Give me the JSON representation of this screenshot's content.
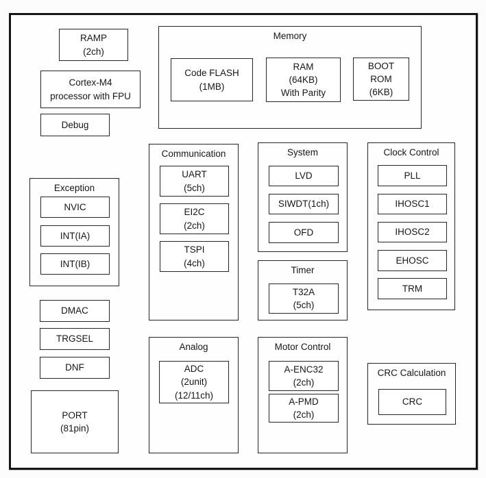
{
  "figure": {
    "type": "mcu-block-diagram",
    "background": "#fcfcfc",
    "border_color": "#161616"
  },
  "blocks": {
    "ramp": "RAMP\n(2ch)",
    "cortex_m4": "Cortex-M4\nprocessor with FPU",
    "debug": "Debug",
    "dmac": "DMAC",
    "trgsel": "TRGSEL",
    "dnf": "DNF",
    "port": "PORT\n(81pin)"
  },
  "groups": {
    "memory": {
      "title": "Memory",
      "blocks": {
        "code_flash": "Code FLASH\n(1MB)",
        "ram": "RAM\n(64KB)\nWith Parity",
        "boot_rom": "BOOT\nROM\n(6KB)"
      }
    },
    "communication": {
      "title": "Communication",
      "blocks": {
        "uart": "UART\n(5ch)",
        "ei2c": "EI2C\n(2ch)",
        "tspi": "TSPI\n(4ch)"
      }
    },
    "system": {
      "title": "System",
      "blocks": {
        "lvd": "LVD",
        "siwdt": "SIWDT(1ch)",
        "ofd": "OFD"
      }
    },
    "timer": {
      "title": "Timer",
      "blocks": {
        "t32a": "T32A\n(5ch)"
      }
    },
    "clock_control": {
      "title": "Clock Control",
      "blocks": {
        "pll": "PLL",
        "ihosc1": "IHOSC1",
        "ihosc2": "IHOSC2",
        "ehosc": "EHOSC",
        "trm": "TRM"
      }
    },
    "exception": {
      "title": "Exception",
      "blocks": {
        "nvic": "NVIC",
        "int_ia": "INT(IA)",
        "int_ib": "INT(IB)"
      }
    },
    "analog": {
      "title": "Analog",
      "blocks": {
        "adc": "ADC\n(2unit)\n(12/11ch)"
      }
    },
    "motor_control": {
      "title": "Motor Control",
      "blocks": {
        "a_enc32": "A-ENC32\n(2ch)",
        "a_pmd": "A-PMD\n(2ch)"
      }
    },
    "crc_calculation": {
      "title": "CRC Calculation",
      "blocks": {
        "crc": "CRC"
      }
    }
  }
}
